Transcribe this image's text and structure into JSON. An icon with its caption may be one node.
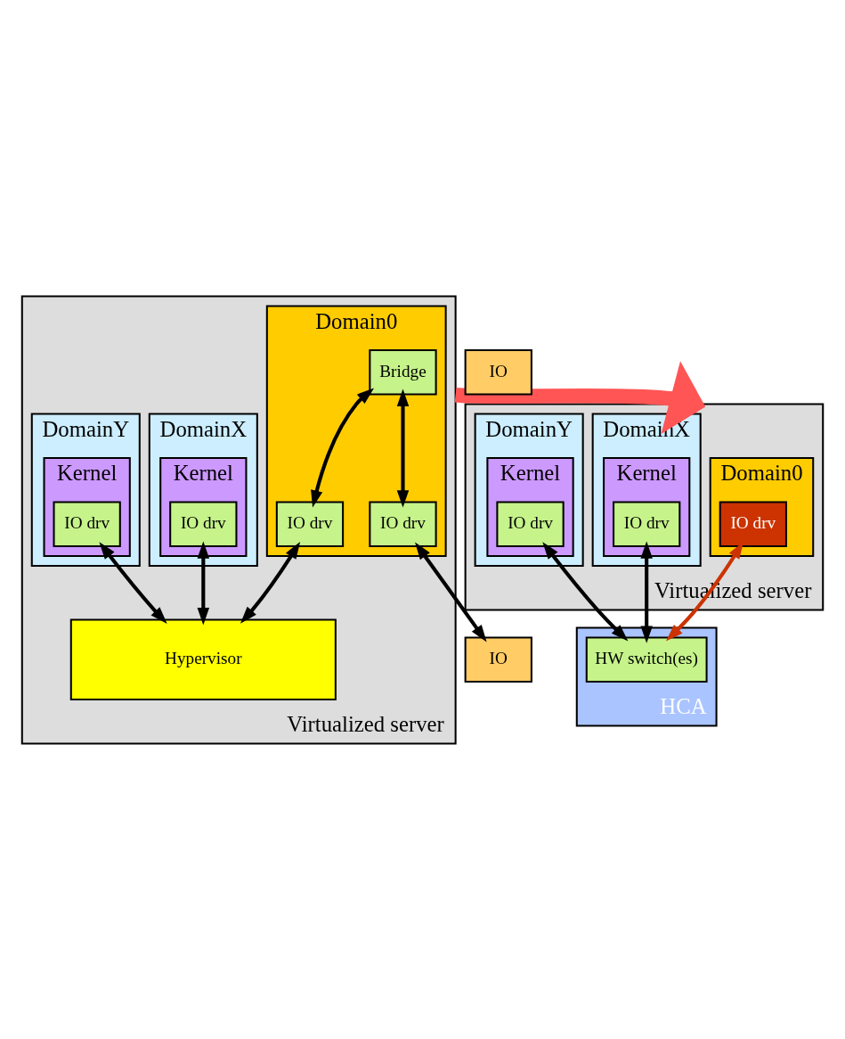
{
  "diagram": {
    "nodes": [
      {
        "text": [
          "Virtualized server"
        ]
      },
      {
        "text": [
          "Domain0"
        ],
        "in": 0
      },
      {
        "text": [
          "Bridge"
        ],
        "in": 1
      },
      {
        "text": [
          "IO drv"
        ],
        "in": 1
      },
      {
        "text": [
          "IO drv"
        ],
        "in": 1
      },
      {
        "text": [
          "DomainX"
        ],
        "in": 0
      },
      {
        "text": [
          "Kernel"
        ],
        "in": 5
      },
      {
        "text": [
          "IO drv"
        ],
        "in": 6
      },
      {
        "text": [
          "DomainY"
        ],
        "in": 0
      },
      {
        "text": [
          "Kernel"
        ],
        "in": 8
      },
      {
        "text": [
          "IO drv"
        ],
        "in": 9
      },
      {
        "text": [
          "Hypervisor"
        ],
        "in": 0
      },
      {
        "text": [
          "IO"
        ]
      },
      {
        "text": [
          "Virtualized server"
        ]
      },
      {
        "text": [
          "Domain0"
        ],
        "in": 13
      },
      {
        "text": [
          "IO drv"
        ],
        "in": 14
      },
      {
        "text": [
          "DomainX"
        ],
        "in": 13
      },
      {
        "text": [
          "Kernel"
        ],
        "in": 16
      },
      {
        "text": [
          "IO drv"
        ],
        "in": 17
      },
      {
        "text": [
          "DomainY"
        ],
        "in": 13
      },
      {
        "text": [
          "Kernel"
        ],
        "in": 19
      },
      {
        "text": [
          "IO drv"
        ],
        "in": 20
      },
      {
        "text": [
          "HCA"
        ]
      },
      {
        "text": [
          "HW switch(es)"
        ],
        "in": 22
      },
      {
        "text": [
          "IO"
        ]
      }
    ],
    "edges": [
      {
        "from": 2,
        "to": 3,
        "arrow": "both"
      },
      {
        "from": 2,
        "to": 4,
        "arrow": "both"
      },
      {
        "from": 4,
        "to": 11,
        "arrow": "both"
      },
      {
        "from": 7,
        "to": 11,
        "arrow": "both"
      },
      {
        "from": 10,
        "to": 11,
        "arrow": "both"
      },
      {
        "from": 3,
        "to": 12,
        "arrow": "both"
      },
      {
        "from": 0,
        "to": 13,
        "arrow": "to",
        "style": "thick",
        "color": "#ff5555"
      },
      {
        "from": 15,
        "to": 23,
        "arrow": "both",
        "color": "#cc3300"
      },
      {
        "from": 18,
        "to": 23,
        "arrow": "both"
      },
      {
        "from": 21,
        "to": 23,
        "arrow": "both"
      }
    ]
  }
}
